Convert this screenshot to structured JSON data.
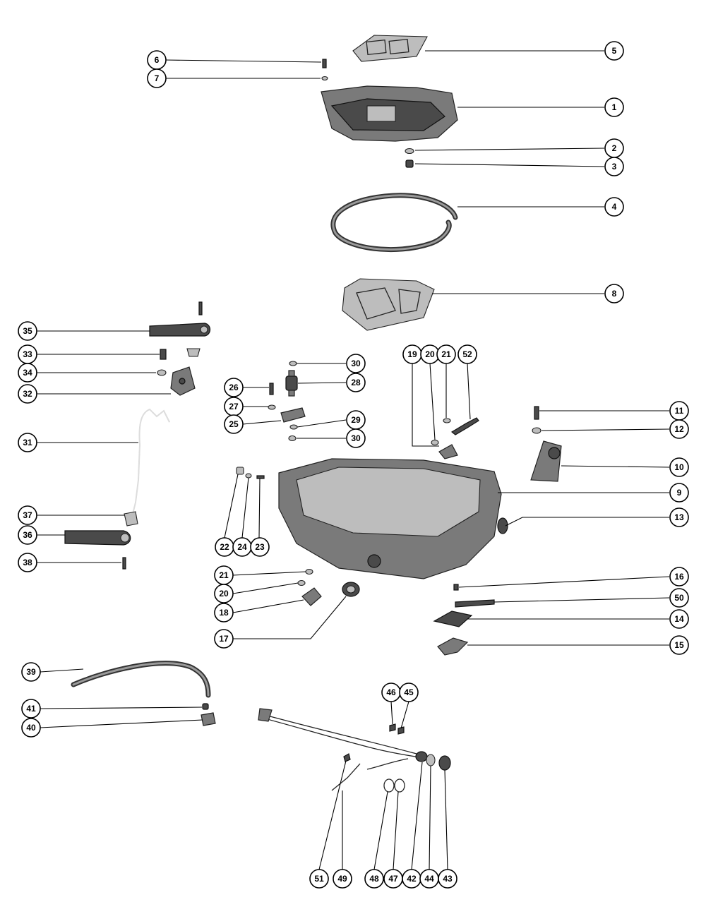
{
  "callouts": [
    {
      "id": "c5",
      "label": "5"
    },
    {
      "id": "c6",
      "label": "6"
    },
    {
      "id": "c7",
      "label": "7"
    },
    {
      "id": "c1",
      "label": "1"
    },
    {
      "id": "c2",
      "label": "2"
    },
    {
      "id": "c3",
      "label": "3"
    },
    {
      "id": "c4",
      "label": "4"
    },
    {
      "id": "c8",
      "label": "8"
    },
    {
      "id": "c35",
      "label": "35"
    },
    {
      "id": "c33",
      "label": "33"
    },
    {
      "id": "c34",
      "label": "34"
    },
    {
      "id": "c32",
      "label": "32"
    },
    {
      "id": "c31",
      "label": "31"
    },
    {
      "id": "c37",
      "label": "37"
    },
    {
      "id": "c36",
      "label": "36"
    },
    {
      "id": "c38",
      "label": "38"
    },
    {
      "id": "c30a",
      "label": "30"
    },
    {
      "id": "c28",
      "label": "28"
    },
    {
      "id": "c26",
      "label": "26"
    },
    {
      "id": "c27",
      "label": "27"
    },
    {
      "id": "c25",
      "label": "25"
    },
    {
      "id": "c29",
      "label": "29"
    },
    {
      "id": "c30b",
      "label": "30"
    },
    {
      "id": "c19",
      "label": "19"
    },
    {
      "id": "c20a",
      "label": "20"
    },
    {
      "id": "c21a",
      "label": "21"
    },
    {
      "id": "c52",
      "label": "52"
    },
    {
      "id": "c11",
      "label": "11"
    },
    {
      "id": "c12",
      "label": "12"
    },
    {
      "id": "c10",
      "label": "10"
    },
    {
      "id": "c9",
      "label": "9"
    },
    {
      "id": "c13",
      "label": "13"
    },
    {
      "id": "c22",
      "label": "22"
    },
    {
      "id": "c24",
      "label": "24"
    },
    {
      "id": "c23",
      "label": "23"
    },
    {
      "id": "c21b",
      "label": "21"
    },
    {
      "id": "c20b",
      "label": "20"
    },
    {
      "id": "c18",
      "label": "18"
    },
    {
      "id": "c17",
      "label": "17"
    },
    {
      "id": "c16",
      "label": "16"
    },
    {
      "id": "c50",
      "label": "50"
    },
    {
      "id": "c14",
      "label": "14"
    },
    {
      "id": "c15",
      "label": "15"
    },
    {
      "id": "c39",
      "label": "39"
    },
    {
      "id": "c41",
      "label": "41"
    },
    {
      "id": "c40",
      "label": "40"
    },
    {
      "id": "c46",
      "label": "46"
    },
    {
      "id": "c45",
      "label": "45"
    },
    {
      "id": "c51",
      "label": "51"
    },
    {
      "id": "c49",
      "label": "49"
    },
    {
      "id": "c48",
      "label": "48"
    },
    {
      "id": "c47",
      "label": "47"
    },
    {
      "id": "c42",
      "label": "42"
    },
    {
      "id": "c44",
      "label": "44"
    },
    {
      "id": "c43",
      "label": "43"
    }
  ]
}
